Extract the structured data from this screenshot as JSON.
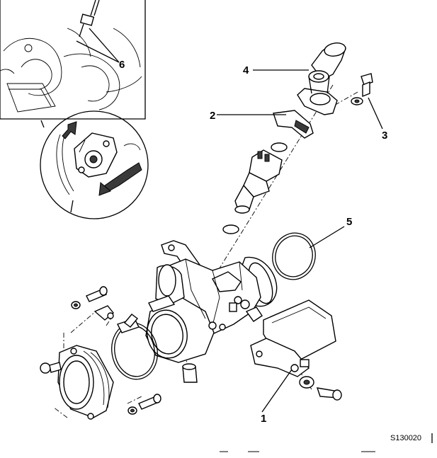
{
  "callouts": [
    "1",
    "2",
    "3",
    "4",
    "5",
    "6"
  ],
  "reference_code": "S130020"
}
